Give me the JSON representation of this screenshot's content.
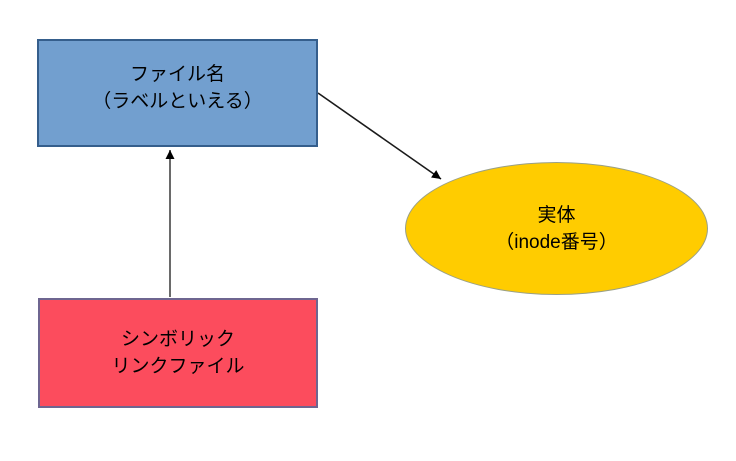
{
  "diagram": {
    "background_color": "#ffffff",
    "text_color": "#000000",
    "nodes": {
      "file_name": {
        "shape": "rectangle",
        "line1": "ファイル名",
        "line2": "（ラベルといえる）",
        "fill_color": "#729fcf",
        "border_color": "#355e8c"
      },
      "entity": {
        "shape": "ellipse",
        "line1": "実体",
        "line2": "（inode番号）",
        "fill_color": "#ffcc00",
        "border_color": "#9aa086"
      },
      "symbolic_link": {
        "shape": "rectangle",
        "line1": "シンボリック",
        "line2": "リンクファイル",
        "fill_color": "#fc4c5d",
        "border_color": "#6e6590"
      }
    },
    "arrows": [
      {
        "from": "file_name",
        "to": "entity",
        "color": "#1a1a1a",
        "head": "filled-triangle"
      },
      {
        "from": "symbolic_link",
        "to": "file_name",
        "color": "#5a5a5a",
        "head": "filled-triangle"
      }
    ]
  }
}
